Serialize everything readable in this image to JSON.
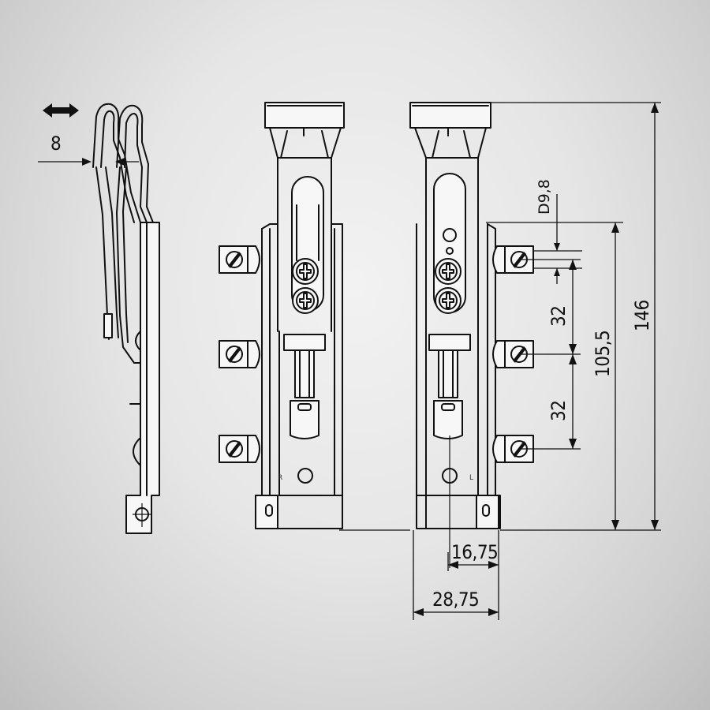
{
  "dimensions": {
    "offset": "8",
    "hole_diameter": "D9,8",
    "spacing_upper": "32",
    "spacing_lower": "32",
    "span_mid": "105,5",
    "total_height": "146",
    "width_inner": "16,75",
    "width_outer": "28,75"
  },
  "markings": {
    "right_label": "R",
    "left_label": "L"
  }
}
